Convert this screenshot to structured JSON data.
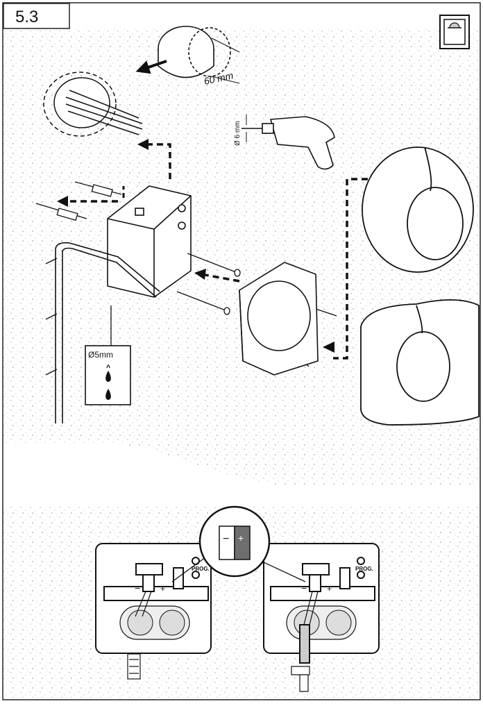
{
  "section": {
    "number": "5.3"
  },
  "dimensions": {
    "box_depth": "60 mm",
    "drill_diameter": "Ø 6 mm",
    "cable_hole": "Ø5mm"
  },
  "wiring": {
    "minus": "−",
    "plus": "+",
    "prog_label_left": "PROG.",
    "prog_label_right": "PROG."
  },
  "colors": {
    "stroke": "#111111",
    "frame": "#222222",
    "wall_speckle": "#9a9a9a",
    "plus_fill": "#6e6e6e"
  },
  "icons": [
    "sensor-symbol-icon",
    "drill-icon",
    "drop-icon",
    "arrow-icon"
  ]
}
